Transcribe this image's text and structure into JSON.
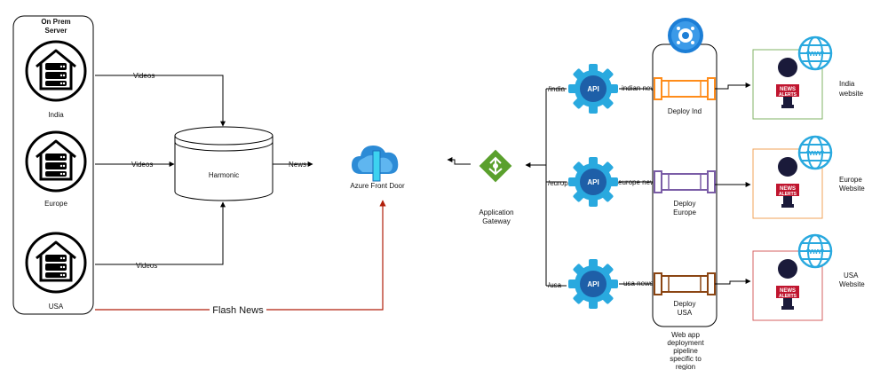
{
  "colors": {
    "flash": "#b01e0a",
    "api_gear": "#29a9df",
    "api_core": "#1e5fa8",
    "pipe_india": "#ff8c1a",
    "pipe_europe": "#7a5ca6",
    "pipe_usa": "#8b4513",
    "site_india": "#82b366",
    "site_europe": "#f0a35a",
    "site_usa": "#d46060",
    "news_red": "#c0152f"
  },
  "onprem": {
    "title_line1": "On Prem",
    "title_line2": "Server",
    "sites": [
      "India",
      "Europe",
      "USA"
    ]
  },
  "edges": {
    "videos_1": "Videos",
    "videos_2": "Videos",
    "videos_3": "Videos",
    "news": "News",
    "flash": "Flash News",
    "india_path": "/india",
    "europe_path": "/europe",
    "usa_path": "/usa",
    "india_news": "indian news",
    "europe_news": "europe news",
    "usa_news": "usa news"
  },
  "harmonic": "Harmonic",
  "front_door": "Azure Front Door",
  "gateway": {
    "line1": "Application",
    "line2": "Gateway"
  },
  "api_label": "API",
  "deploy": {
    "india": [
      "Deploy Ind"
    ],
    "europe": [
      "Deploy",
      "Europe"
    ],
    "usa": [
      "Deploy",
      "USA"
    ]
  },
  "pipeline_caption": [
    "Web app",
    "deployment",
    "pipeline",
    "specific to",
    "region"
  ],
  "news_badge": [
    "NEWS",
    "ALERTS"
  ],
  "www": "WWW",
  "websites": {
    "india": [
      "India",
      "website"
    ],
    "europe": [
      "Europe",
      "Website"
    ],
    "usa": [
      "USA",
      "Website"
    ]
  }
}
